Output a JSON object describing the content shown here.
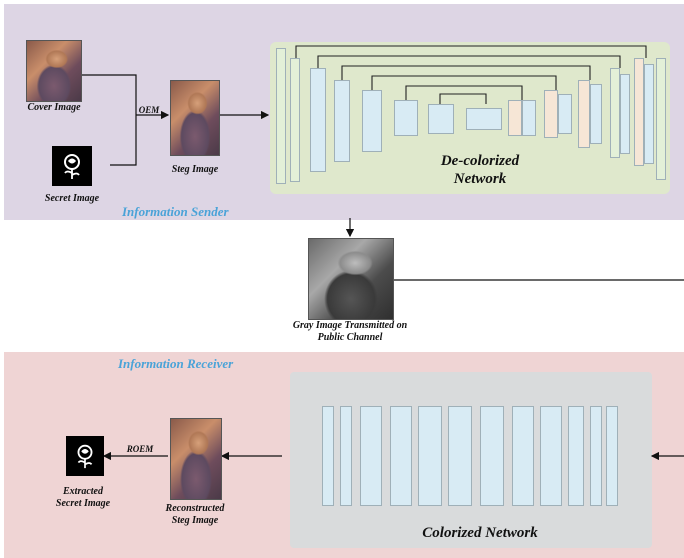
{
  "sender": {
    "section_label": "Information Sender",
    "cover_caption": "Cover Image",
    "secret_caption": "Secret Image",
    "steg_caption": "Steg Image",
    "oem_label": "OEM",
    "network_title_line1": "De-colorized",
    "network_title_line2": "Network"
  },
  "channel": {
    "caption_line1": "Gray Image Transmitted on",
    "caption_line2": "Public Channel"
  },
  "receiver": {
    "section_label": "Information Receiver",
    "roem_label": "ROEM",
    "extracted_caption_line1": "Extracted",
    "extracted_caption_line2": "Secret Image",
    "reconstructed_caption_line1": "Reconstructed",
    "reconstructed_caption_line2": "Steg Image",
    "network_title": "Colorized Network"
  },
  "colors": {
    "sender_bg": "#ddd5e4",
    "receiver_bg": "#efd4d4",
    "section_label": "#4aa3d8",
    "decolor_net_bg": "#dfe8cc",
    "color_net_bg": "#d9dbdc"
  }
}
